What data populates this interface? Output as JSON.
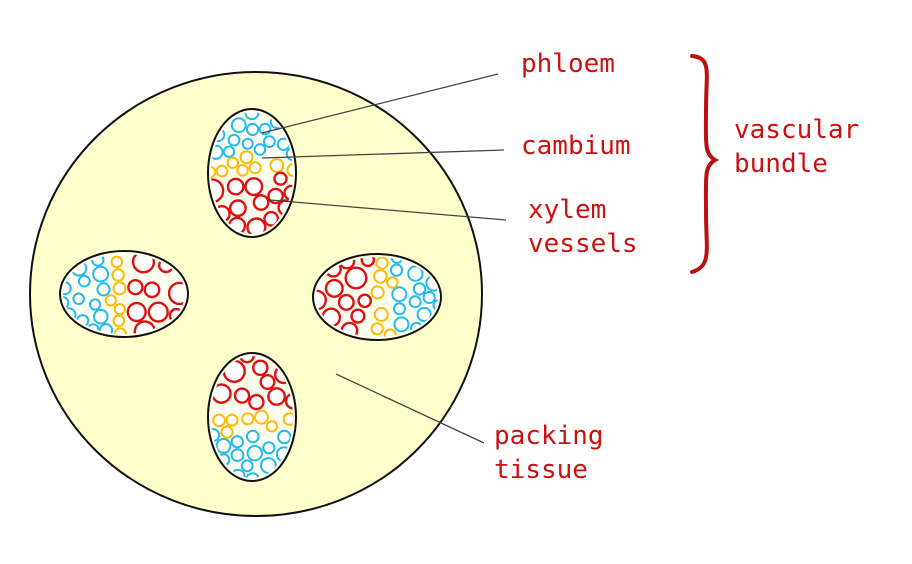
{
  "labels": {
    "phloem": "phloem",
    "cambium": "cambium",
    "xylem_line1": "xylem",
    "xylem_line2": "vessels",
    "packing_line1": "packing",
    "packing_line2": "tissue",
    "bundle_line1": "vascular",
    "bundle_line2": "bundle"
  },
  "colors": {
    "label_text": "#cc1111",
    "brace": "#bb1111",
    "stem_fill": "#ffffcc",
    "outline": "#111111",
    "leader_line": "#444444",
    "phloem": "#22bbee",
    "cambium": "#ffbb00",
    "xylem": "#dd1111",
    "cell_fill": "#ffffff"
  }
}
